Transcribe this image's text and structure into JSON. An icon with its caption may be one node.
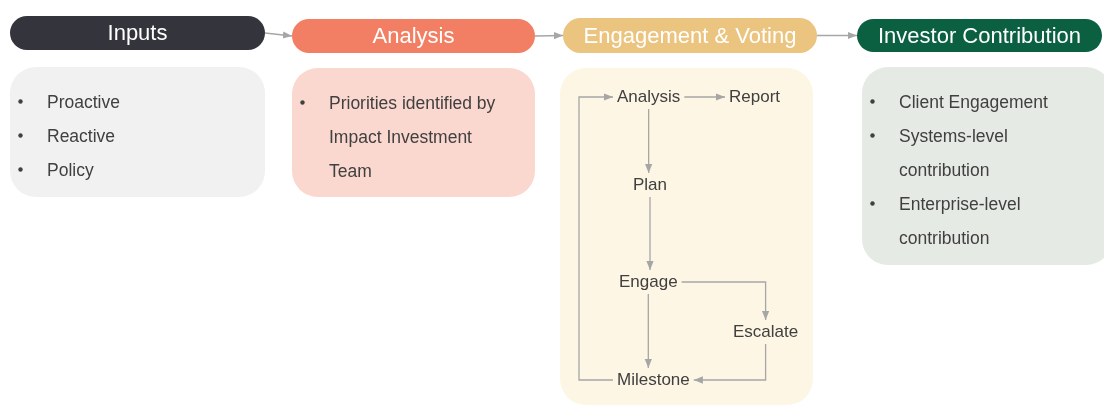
{
  "diagram": {
    "nodes": [
      {
        "text": [
          "Inputs"
        ]
      },
      {
        "text": [
          "Proactive",
          "Reactive",
          "Policy"
        ]
      },
      {
        "text": [
          "Analysis"
        ]
      },
      {
        "text": [
          "Priorities identified by Impact Investment Team"
        ]
      },
      {
        "text": [
          "Engagement & Voting"
        ]
      },
      {
        "text": [],
        "shape": "box"
      },
      {
        "text": [
          "Analysis"
        ],
        "in": 5
      },
      {
        "text": [
          "Report"
        ],
        "in": 5
      },
      {
        "text": [
          "Plan"
        ],
        "in": 5
      },
      {
        "text": [
          "Engage"
        ],
        "in": 5
      },
      {
        "text": [
          "Escalate"
        ],
        "in": 5
      },
      {
        "text": [
          "Milestone"
        ],
        "in": 5
      },
      {
        "text": [
          "Investor Contribution"
        ]
      },
      {
        "text": [
          "Client Engagement",
          "Systems-level contribution",
          "Enterprise-level contribution"
        ]
      }
    ],
    "edges": [
      {
        "from": 0,
        "to": 2,
        "arrow": "to"
      },
      {
        "from": 2,
        "to": 4,
        "arrow": "to"
      },
      {
        "from": 4,
        "to": 12,
        "arrow": "to"
      },
      {
        "from": 6,
        "to": 7,
        "arrow": "to"
      },
      {
        "from": 6,
        "to": 8,
        "arrow": "to"
      },
      {
        "from": 8,
        "to": 9,
        "arrow": "to"
      },
      {
        "from": 9,
        "to": 10,
        "arrow": "to"
      },
      {
        "from": 9,
        "to": 11,
        "arrow": "to"
      },
      {
        "from": 10,
        "to": 11,
        "arrow": "to"
      },
      {
        "from": 11,
        "to": 6,
        "arrow": "to"
      }
    ]
  }
}
